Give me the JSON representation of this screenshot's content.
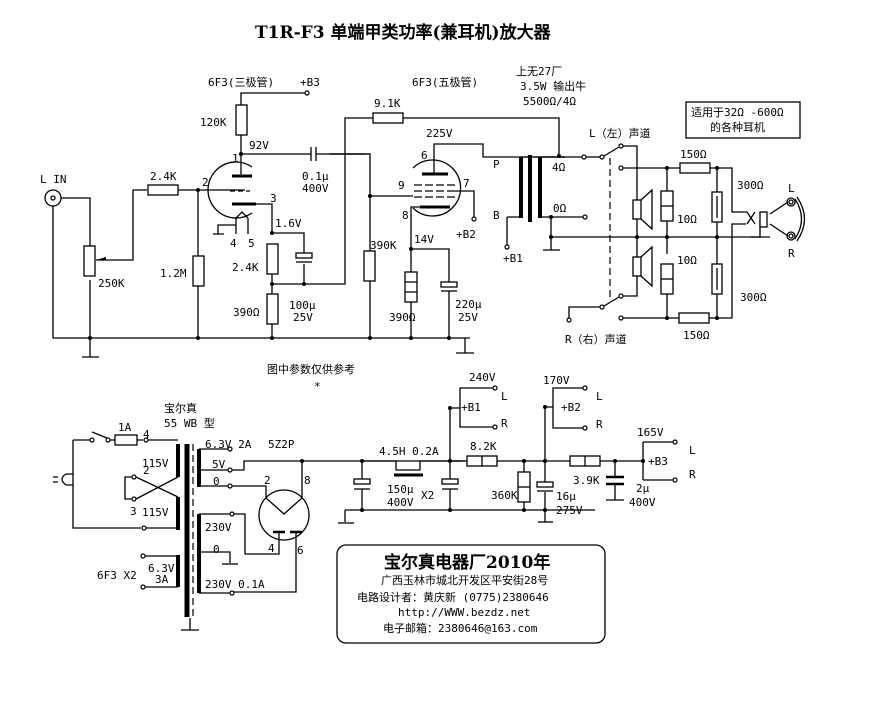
{
  "title": "T1R-F3 单端甲类功率(兼耳机)放大器",
  "note": "图中参数仅供参考",
  "note_mark": "*",
  "headphone_box": {
    "line1": "适用于32Ω -600Ω",
    "line2": "的各种耳机"
  },
  "amp": {
    "input_label": "L IN",
    "pot": "250K",
    "r_grid_stop": "2.4K",
    "r_grid_leak": "1.2M",
    "triode_label": "6F3(三极管)",
    "b3": "+B3",
    "r_plate": "120K",
    "v_plate": "92V",
    "coupling_cap": "0.1μ",
    "coupling_cap_v": "400V",
    "pins_triode": [
      "1",
      "2",
      "3",
      "4",
      "5"
    ],
    "v_cathode": "1.6V",
    "r_cathode1": "2.4K",
    "r_cathode2": "390Ω",
    "cap_cathode": "100μ",
    "cap_cathode_v": "25V",
    "pentode_label": "6F3(五极管)",
    "r_feedback": "9.1K",
    "v_pentode_plate": "225V",
    "pins_pentode": [
      "6",
      "7",
      "8",
      "9"
    ],
    "b2": "+B2",
    "r_grid2": "390K",
    "v_pentode_cathode": "14V",
    "r_pentode_cathode": "390Ω",
    "cap_pentode": "220μ",
    "cap_pentode_v": "25V",
    "transformer": {
      "line1": "上无27厂",
      "line2": "3.5W 输出牛",
      "line3": "5500Ω/4Ω"
    },
    "xfmr_p": "P",
    "xfmr_b": "B",
    "b1": "+B1",
    "tap_4": "4Ω",
    "tap_0": "0Ω",
    "left_channel": "L（左）声道",
    "right_channel": "R（右）声道",
    "r_150_top": "150Ω",
    "r_150_bottom": "150Ω",
    "r_10_top": "10Ω",
    "r_10_bottom": "10Ω",
    "r_300_top": "300Ω",
    "r_300_bottom": "300Ω",
    "phones_l": "L",
    "phones_r": "R"
  },
  "psu": {
    "transformer_brand": "宝尔真",
    "transformer_model": "55 WB 型",
    "fuse": "1A",
    "pin4": "4",
    "pin2": "2",
    "pin3": "3",
    "primary1": "115V",
    "primary2": "115V",
    "heater_label": "6F3 X2",
    "heater_v": "6.3V",
    "heater_a": "3A",
    "sec_63": "6.3V 2A",
    "sec_5v": "5V",
    "sec_0a": "0",
    "sec_230a": "230V",
    "sec_0b": "0",
    "sec_230b": "230V  0.1A",
    "rectifier": "5Z2P",
    "rect_pins": [
      "2",
      "8",
      "4",
      "6"
    ],
    "choke": "4.5H 0.2A",
    "cap_main": "150μ",
    "cap_main_v": "400V",
    "cap_x2": "X2",
    "r_82k": "8.2K",
    "r_360k": "360K",
    "cap_16": "16μ",
    "cap_16_v": "275V",
    "r_39k": "3.9K",
    "cap_2": "2μ",
    "cap_2_v": "400V",
    "v_b1": "240V",
    "v_b2": "170V",
    "v_b3": "165V",
    "b1": "+B1",
    "b2": "+B2",
    "b3": "+B3",
    "l": "L",
    "r": "R"
  },
  "company": {
    "name": "宝尔真电器厂2010年",
    "address": "广西玉林市城北开发区平安街28号",
    "designer": "电路设计者：黄庆新    (0775)2380646",
    "website": "http://WWW.bezdz.net",
    "email": "电子邮箱：2380646@163.com"
  }
}
